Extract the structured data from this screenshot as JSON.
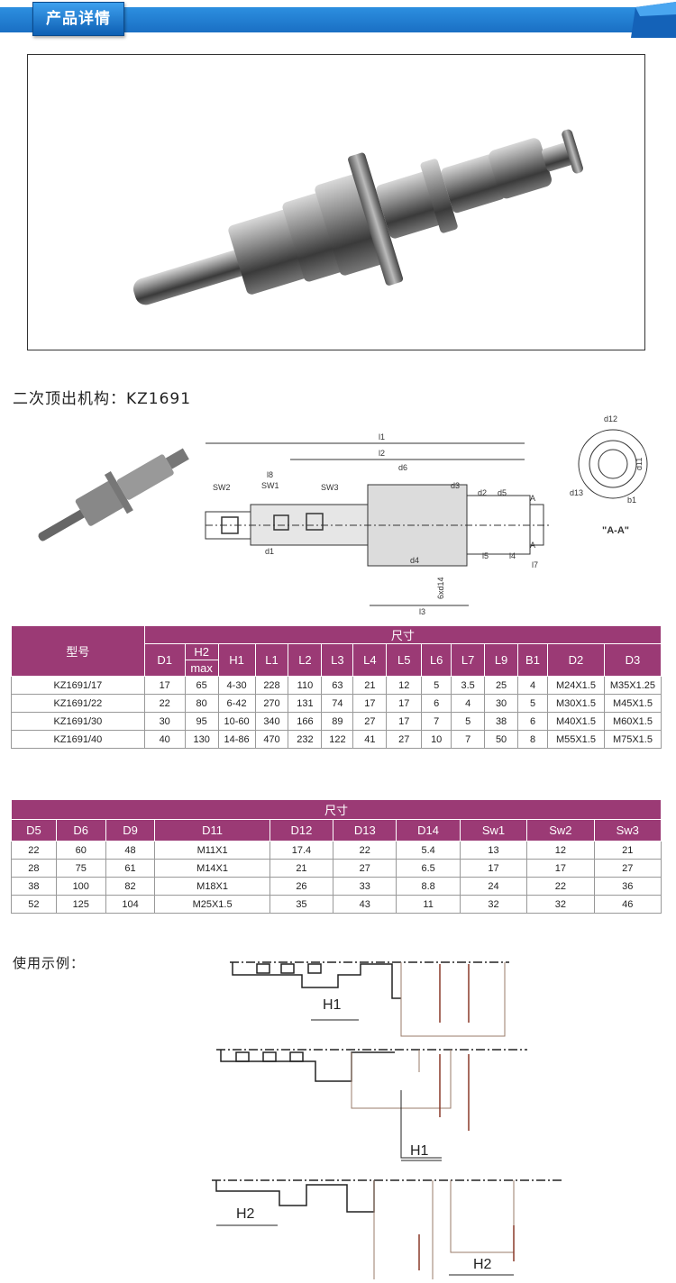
{
  "header": {
    "title": "产品详情"
  },
  "mechanism": {
    "title": "二次顶出机构：KZ1691"
  },
  "drawing": {
    "dims": [
      "l1",
      "l2",
      "l3",
      "l4",
      "l5",
      "l7",
      "l8",
      "d1",
      "d2",
      "d3",
      "d4",
      "d5",
      "d6",
      "SW1",
      "SW2",
      "SW3",
      "6xd14",
      "A",
      "A"
    ],
    "section": {
      "title": "\"A-A\"",
      "labels": [
        "d12",
        "d11",
        "d13",
        "b1"
      ]
    }
  },
  "table1": {
    "group_header": "尺寸",
    "model_header": "型号",
    "h2_sub": "max",
    "columns": [
      "D1",
      "H2",
      "H1",
      "L1",
      "L2",
      "L3",
      "L4",
      "L5",
      "L6",
      "L7",
      "L9",
      "B1",
      "D2",
      "D3"
    ],
    "rows": [
      [
        "KZ1691/17",
        "17",
        "65",
        "4-30",
        "228",
        "110",
        "63",
        "21",
        "12",
        "5",
        "3.5",
        "25",
        "4",
        "M24X1.5",
        "M35X1.25"
      ],
      [
        "KZ1691/22",
        "22",
        "80",
        "6-42",
        "270",
        "131",
        "74",
        "17",
        "17",
        "6",
        "4",
        "30",
        "5",
        "M30X1.5",
        "M45X1.5"
      ],
      [
        "KZ1691/30",
        "30",
        "95",
        "10-60",
        "340",
        "166",
        "89",
        "27",
        "17",
        "7",
        "5",
        "38",
        "6",
        "M40X1.5",
        "M60X1.5"
      ],
      [
        "KZ1691/40",
        "40",
        "130",
        "14-86",
        "470",
        "232",
        "122",
        "41",
        "27",
        "10",
        "7",
        "50",
        "8",
        "M55X1.5",
        "M75X1.5"
      ]
    ]
  },
  "table2": {
    "group_header": "尺寸",
    "columns": [
      "D5",
      "D6",
      "D9",
      "D11",
      "D12",
      "D13",
      "D14",
      "Sw1",
      "Sw2",
      "Sw3"
    ],
    "rows": [
      [
        "22",
        "60",
        "48",
        "M11X1",
        "17.4",
        "22",
        "5.4",
        "13",
        "12",
        "21"
      ],
      [
        "28",
        "75",
        "61",
        "M14X1",
        "21",
        "27",
        "6.5",
        "17",
        "17",
        "27"
      ],
      [
        "38",
        "100",
        "82",
        "M18X1",
        "26",
        "33",
        "8.8",
        "24",
        "22",
        "36"
      ],
      [
        "52",
        "125",
        "104",
        "M25X1.5",
        "35",
        "43",
        "11",
        "32",
        "32",
        "46"
      ]
    ]
  },
  "usage": {
    "title": "使用示例：",
    "labels": [
      "H1",
      "H1",
      "H2",
      "H2"
    ]
  },
  "colors": {
    "banner": "#1a73c8",
    "table_header": "#9b3a75"
  }
}
